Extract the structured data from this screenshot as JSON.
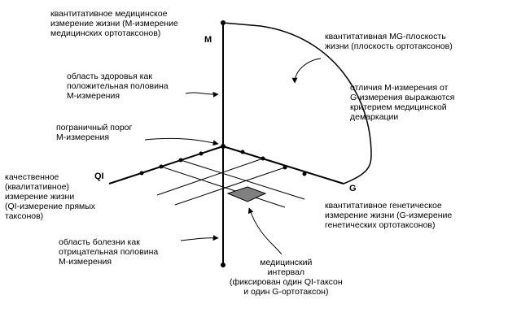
{
  "axes": {
    "m": "M",
    "g": "G",
    "ql": "QI"
  },
  "labels": {
    "m_dimension": "квантитативное медицинское\nизмерение жизни (M-измерение\nмедицинских ортотаксонов)",
    "mg_plane": "квантитативная MG-плоскость\nжизни (плоскость ортотаксонов)",
    "health_region": "область здоровья как\nположительная половина\nM-измерения",
    "m_vs_g": "отличия M-измерения от\nG-измерения выражаются\nкритерием медицинской\nдемаркации",
    "border_threshold": "пограничный порог\nM-измерения",
    "ql_dimension": "качественное\n(квалитативное)\nизмерение жизни\n(QI-измерение прямых\nтаксонов)",
    "g_dimension": "квантитативное генетическое\nизмерение жизни (G-измерение\nгенетических ортотаксонов)",
    "disease_region": "область болезни как\nотрицательная половина\nM-измерения",
    "medical_interval": "медицинский\nинтервал\n(фиксирован один QI-таксон\nи один G-ортотаксон)"
  },
  "colors": {
    "ink": "#000000",
    "interval_fill": "#808080"
  }
}
